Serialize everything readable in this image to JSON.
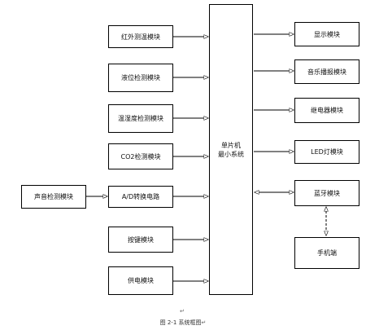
{
  "modules_left": [
    {
      "label": "红外测温模块"
    },
    {
      "label": "液位检测模块"
    },
    {
      "label": "温湿度检测模块"
    },
    {
      "label": "CO2检测模块"
    },
    {
      "label": "A/D转换电路"
    },
    {
      "label": "按键模块"
    },
    {
      "label": "供电模块"
    }
  ],
  "sound_module": {
    "label": "声音检测模块"
  },
  "mcu": {
    "line1": "单片机",
    "line2": "最小系统"
  },
  "modules_right": [
    {
      "label": "显示模块"
    },
    {
      "label": "音乐播报模块"
    },
    {
      "label": "继电器模块"
    },
    {
      "label": "LED灯模块"
    },
    {
      "label": "蓝牙模块"
    }
  ],
  "phone": {
    "label": "手机端"
  },
  "caption": {
    "text": "图 2-1 系统框图",
    "mark_top": "↵",
    "mark_end": "↵"
  }
}
